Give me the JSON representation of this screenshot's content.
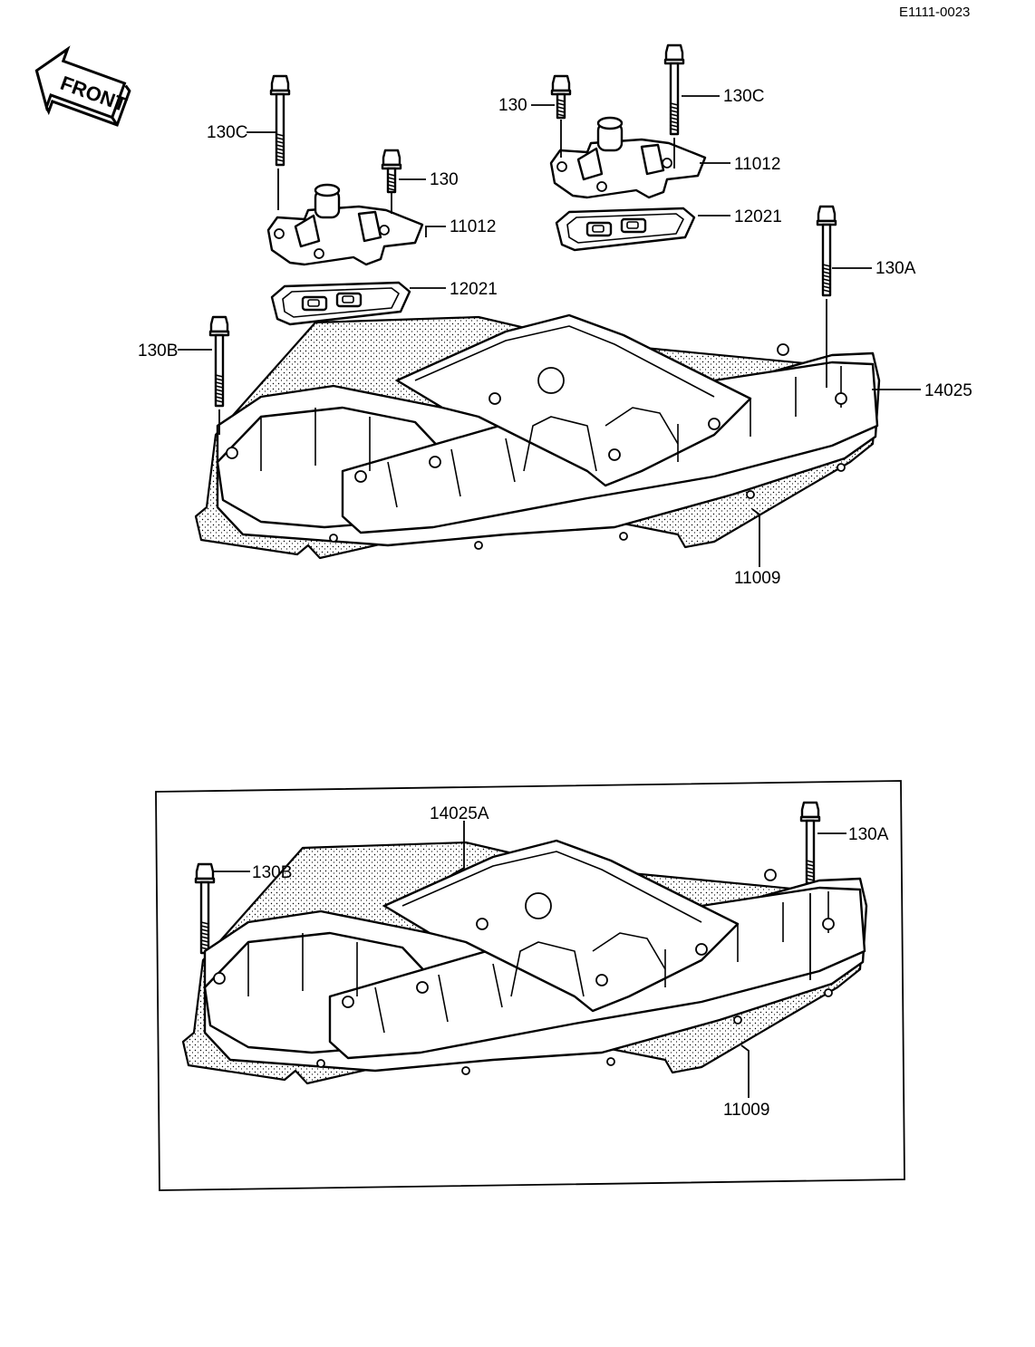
{
  "document_code": "E1111-0023",
  "front_label": "FRONT",
  "upper_assembly": {
    "labels": {
      "bolt_130c_left": "130C",
      "bolt_130_left": "130",
      "cover_11012_left": "11012",
      "gasket_12021_left": "12021",
      "bolt_130_right": "130",
      "bolt_130c_right": "130C",
      "cover_11012_right": "11012",
      "gasket_12021_right": "12021",
      "bolt_130a": "130A",
      "bolt_130b": "130B",
      "head_cover_14025": "14025",
      "gasket_11009": "11009"
    }
  },
  "lower_assembly": {
    "labels": {
      "head_cover_14025a": "14025A",
      "bolt_130a": "130A",
      "bolt_130b": "130B",
      "gasket_11009": "11009"
    }
  }
}
